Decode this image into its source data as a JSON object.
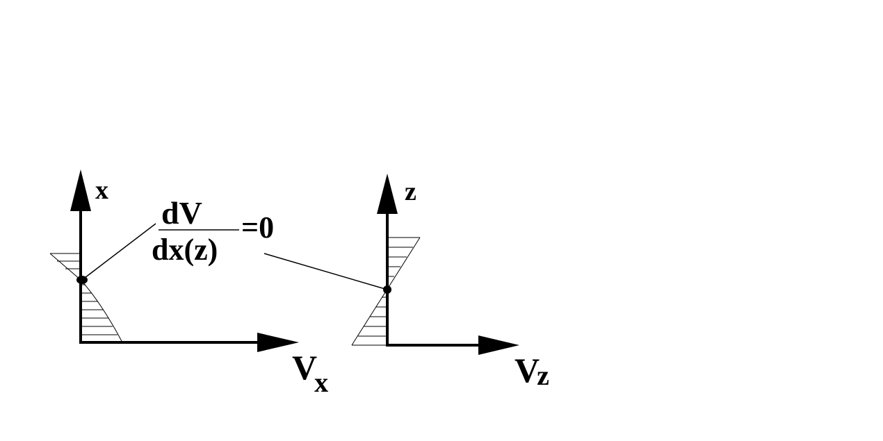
{
  "left_diagram": {
    "axis_label_vertical": "x",
    "axis_label_horizontal_main": "V",
    "axis_label_horizontal_sub": "x"
  },
  "right_diagram": {
    "axis_label_vertical": "z",
    "axis_label_horizontal_main": "V",
    "axis_label_horizontal_sub": "z"
  },
  "equation": {
    "numerator": "dV",
    "denominator": "dx(z)",
    "rhs": "=0"
  }
}
